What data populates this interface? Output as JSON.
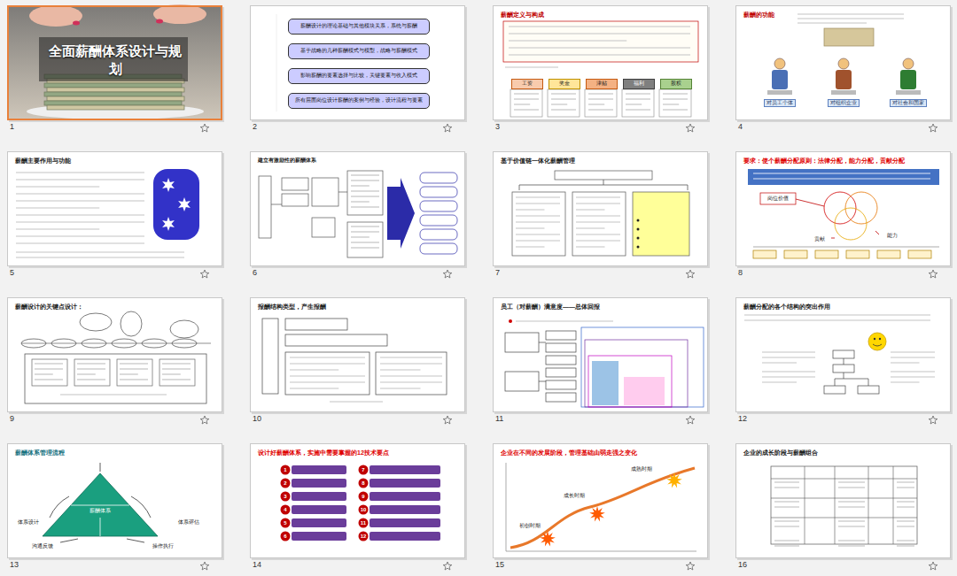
{
  "diagram": {
    "nodes": [
      {
        "text": [
          "全面薪酬体系设计与规划"
        ]
      },
      {
        "text": []
      },
      {
        "text": [
          "薪酬设计的理论基础与其他模块关系，系统与薪酬"
        ],
        "in": 1
      },
      {
        "text": [
          "基于战略的几种薪酬模式与模型，战略与薪酬模式"
        ],
        "in": 1
      },
      {
        "text": [
          "影响薪酬的要素选择与比较，关键要素与收入模式"
        ],
        "in": 1
      },
      {
        "text": [
          "所有层面岗位设计薪酬的案例与经验，设计流程与要素"
        ],
        "in": 1
      },
      {
        "text": [
          "薪酬定义与构成"
        ]
      },
      {
        "text": [
          "工资"
        ],
        "in": 6
      },
      {
        "text": [
          "奖金"
        ],
        "in": 6
      },
      {
        "text": [
          "津贴"
        ],
        "in": 6
      },
      {
        "text": [
          "福利"
        ],
        "in": 6
      },
      {
        "text": [
          "股权"
        ],
        "in": 6
      },
      {
        "text": [
          "薪酬的功能"
        ]
      },
      {
        "text": [
          "薪酬主要作用与功能"
        ]
      },
      {
        "text": [
          "建立有激励性的薪酬体系"
        ]
      },
      {
        "text": [
          "基于价值链一体化薪酬管理"
        ]
      },
      {
        "text": [
          "要求：使个薪酬分配原则：法律分配，能力分配，贡献分配"
        ]
      },
      {
        "text": [
          "薪酬设计的关键点设计："
        ]
      },
      {
        "text": [
          "报酬结构类型，产生报酬"
        ]
      },
      {
        "text": [
          "员工（对薪酬）满意度——总体回报"
        ]
      },
      {
        "text": [
          "薪酬分配的各个结构的突出作用"
        ]
      },
      {
        "text": [
          "薪酬体系管理流程"
        ]
      },
      {
        "text": [
          "设计好薪酬体系，实施中需要掌握的12技术要点"
        ]
      },
      {
        "text": [
          "企业在不同的发展阶段，管理基础由弱走强之变化"
        ]
      },
      {
        "text": [
          "企业的成长阶段与薪酬组合"
        ]
      }
    ],
    "labels": [
      "1",
      "2",
      "3",
      "4",
      "5",
      "6",
      "7",
      "8",
      "9",
      "10",
      "11",
      "12",
      "13",
      "14",
      "15",
      "16",
      "对员工个体",
      "对组织企业",
      "对社会和国家",
      "岗位价值",
      "贡献",
      "能力",
      "薪酬体系",
      "体系设计",
      "体系评估",
      "沟通反馈",
      "操作执行",
      "1",
      "2",
      "3",
      "4",
      "5",
      "6",
      "7",
      "8",
      "9",
      "10",
      "11",
      "12",
      "初创时期",
      "成长时期",
      "成熟时期"
    ]
  }
}
